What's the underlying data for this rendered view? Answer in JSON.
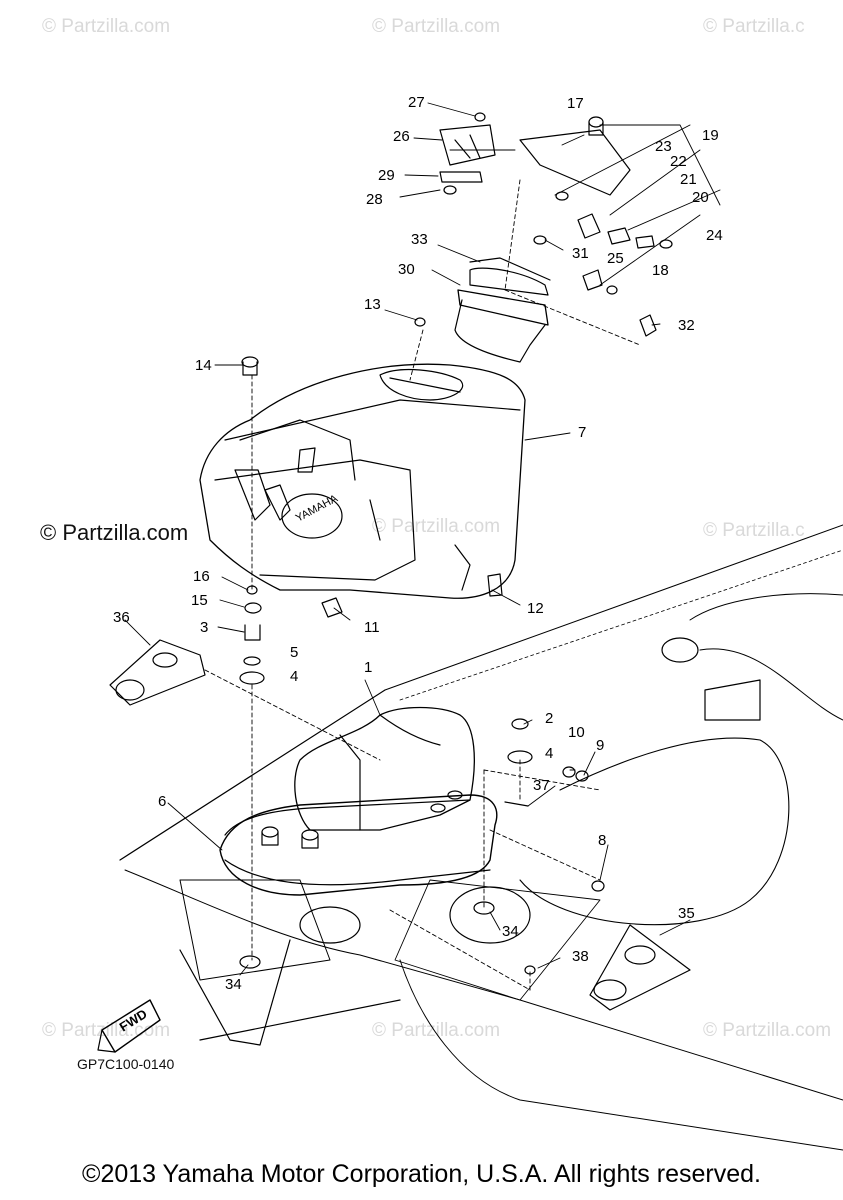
{
  "watermarks": {
    "top_left": "© Partzilla.com",
    "top_center": "© Partzilla.com",
    "top_right": "© Partzilla.c",
    "mid_left": "© Partzilla.com",
    "mid_center": "© Partzilla.com",
    "mid_right": "© Partzilla.c",
    "bottom_left": "© Partzilla.com",
    "bottom_center": "© Partzilla.com",
    "bottom_right": "© Partzilla.com"
  },
  "diagram": {
    "reference_code": "GP7C100-0140",
    "fwd_label": "FWD",
    "tank_logo": "YAMAHA",
    "callouts": [
      "1",
      "2",
      "3",
      "4",
      "4",
      "5",
      "6",
      "7",
      "8",
      "9",
      "10",
      "11",
      "12",
      "13",
      "14",
      "15",
      "16",
      "17",
      "18",
      "19",
      "20",
      "21",
      "22",
      "23",
      "24",
      "25",
      "26",
      "27",
      "28",
      "29",
      "30",
      "31",
      "32",
      "33",
      "34",
      "34",
      "35",
      "36",
      "37",
      "38"
    ]
  },
  "footer": {
    "copyright": "©2013 Yamaha Motor Corporation, U.S.A. All rights reserved."
  }
}
